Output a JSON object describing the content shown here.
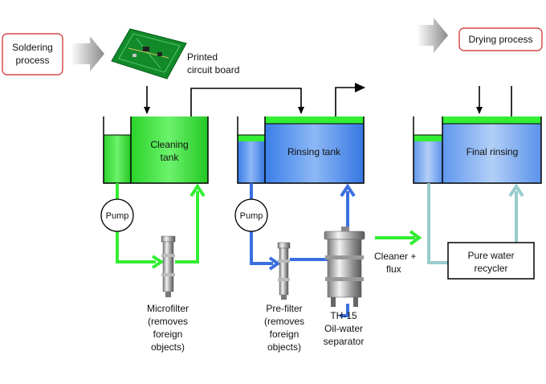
{
  "stages": {
    "soldering": {
      "line1": "Soldering",
      "line2": "process"
    },
    "drying": "Drying process"
  },
  "pcb": {
    "line1": "Printed",
    "line2": "circuit board"
  },
  "tanks": {
    "cleaning": {
      "line1": "Cleaning",
      "line2": "tank"
    },
    "rinsing": "Rinsing tank",
    "final": "Final rinsing"
  },
  "pumps": [
    "Pump",
    "Pump"
  ],
  "filters": {
    "micro": [
      "Microfilter",
      "(removes",
      "foreign",
      "objects)"
    ],
    "pre": [
      "Pre-filter",
      "(removes",
      "foreign",
      "objects)"
    ]
  },
  "separator": [
    "TH-15",
    "Oil-water",
    "separator"
  ],
  "transfer": {
    "line1": "Cleaner +",
    "line2": "flux"
  },
  "recycler": {
    "line1": "Pure water",
    "line2": "recycler"
  },
  "colors": {
    "cleaning_green": "#33ee33",
    "rinse_blue": "#4f8ff0",
    "final_blue": "#8fb7f2",
    "pure_line": "#99cccc",
    "stage_border": "#cc2222"
  }
}
